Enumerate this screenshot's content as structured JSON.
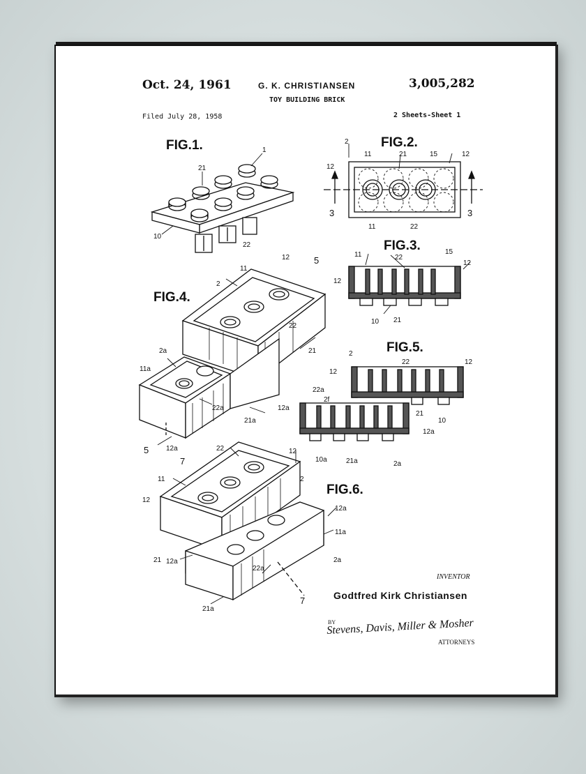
{
  "header": {
    "date": "Oct. 24, 1961",
    "inventor_short": "G. K. CHRISTIANSEN",
    "patent_number": "3,005,282",
    "title": "TOY BUILDING BRICK",
    "filed": "Filed July 28, 1958",
    "sheets": "2 Sheets-Sheet 1"
  },
  "figures": {
    "fig1": "FIG.1.",
    "fig2": "FIG.2.",
    "fig3": "FIG.3.",
    "fig4": "FIG.4.",
    "fig5": "FIG.5.",
    "fig6": "FIG.6."
  },
  "reference_numerals": {
    "n1": "1",
    "n2": "2",
    "n3": "3",
    "n5": "5",
    "n7": "7",
    "n10": "10",
    "n10a": "10a",
    "n11": "11",
    "n11a": "11a",
    "n12": "12",
    "n12a": "12a",
    "n15": "15",
    "n21": "21",
    "n21a": "21a",
    "n22": "22",
    "n22a": "22a",
    "n2a": "2a",
    "n2f": "2f"
  },
  "footer": {
    "inventor_label": "INVENTOR",
    "inventor_name": "Godtfred Kirk Christiansen",
    "by": "BY",
    "signature": "Stevens, Davis, Miller & Mosher",
    "attorneys": "ATTORNEYS"
  }
}
